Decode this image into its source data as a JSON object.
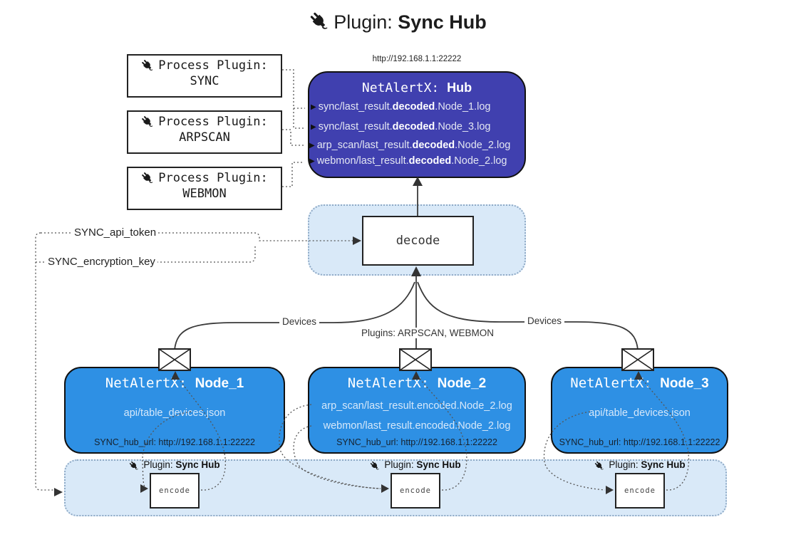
{
  "title": {
    "prefix": "Plugin:",
    "name": "Sync Hub"
  },
  "process_plugins": [
    {
      "label": "Process Plugin:",
      "name": "SYNC"
    },
    {
      "label": "Process Plugin:",
      "name": "ARPSCAN"
    },
    {
      "label": "Process Plugin:",
      "name": "WEBMON"
    }
  ],
  "hub": {
    "url": "http://192.168.1.1:22222",
    "title_prefix": "NetAlertX:",
    "title_name": "Hub",
    "marker": "▶",
    "lines": [
      {
        "pre": "sync/last_result.",
        "bold": "decoded",
        "post": ".Node_1.log"
      },
      {
        "pre": "sync/last_result.",
        "bold": "decoded",
        "post": ".Node_3.log"
      },
      {
        "pre": "arp_scan/last_result.",
        "bold": "decoded",
        "post": ".Node_2.log"
      },
      {
        "pre": "webmon/last_result.",
        "bold": "decoded",
        "post": ".Node_2.log"
      }
    ]
  },
  "decode_label": "decode",
  "keys": {
    "api_token": "SYNC_api_token",
    "encryption_key": "SYNC_encryption_key"
  },
  "edges": {
    "devices_left": "Devices",
    "devices_right": "Devices",
    "plugins": "Plugins: ARPSCAN, WEBMON"
  },
  "nodes": [
    {
      "title_prefix": "NetAlertX:",
      "title_name": "Node_1",
      "lines": [
        "api/table_devices.json"
      ],
      "hub_url": "SYNC_hub_url: http://192.168.1.1:22222"
    },
    {
      "title_prefix": "NetAlertX:",
      "title_name": "Node_2",
      "lines": [
        "arp_scan/last_result.encoded.Node_2.log",
        "webmon/last_result.encoded.Node_2.log"
      ],
      "hub_url": "SYNC_hub_url: http://192.168.1.1:22222"
    },
    {
      "title_prefix": "NetAlertX:",
      "title_name": "Node_3",
      "lines": [
        "api/table_devices.json"
      ],
      "hub_url": "SYNC_hub_url: http://192.168.1.1:22222"
    }
  ],
  "encoders": [
    {
      "plugin_prefix": "Plugin:",
      "plugin_name": "Sync Hub",
      "box": "encode"
    },
    {
      "plugin_prefix": "Plugin:",
      "plugin_name": "Sync Hub",
      "box": "encode"
    },
    {
      "plugin_prefix": "Plugin:",
      "plugin_name": "Sync Hub",
      "box": "encode"
    }
  ],
  "icons": {
    "plug": "plug-icon",
    "envelope": "envelope-icon"
  },
  "colors": {
    "hub_fill": "#4040AF",
    "node_fill": "#2E90E4",
    "band_fill": "#D9E9F8",
    "band_border": "#8FAAC6"
  }
}
